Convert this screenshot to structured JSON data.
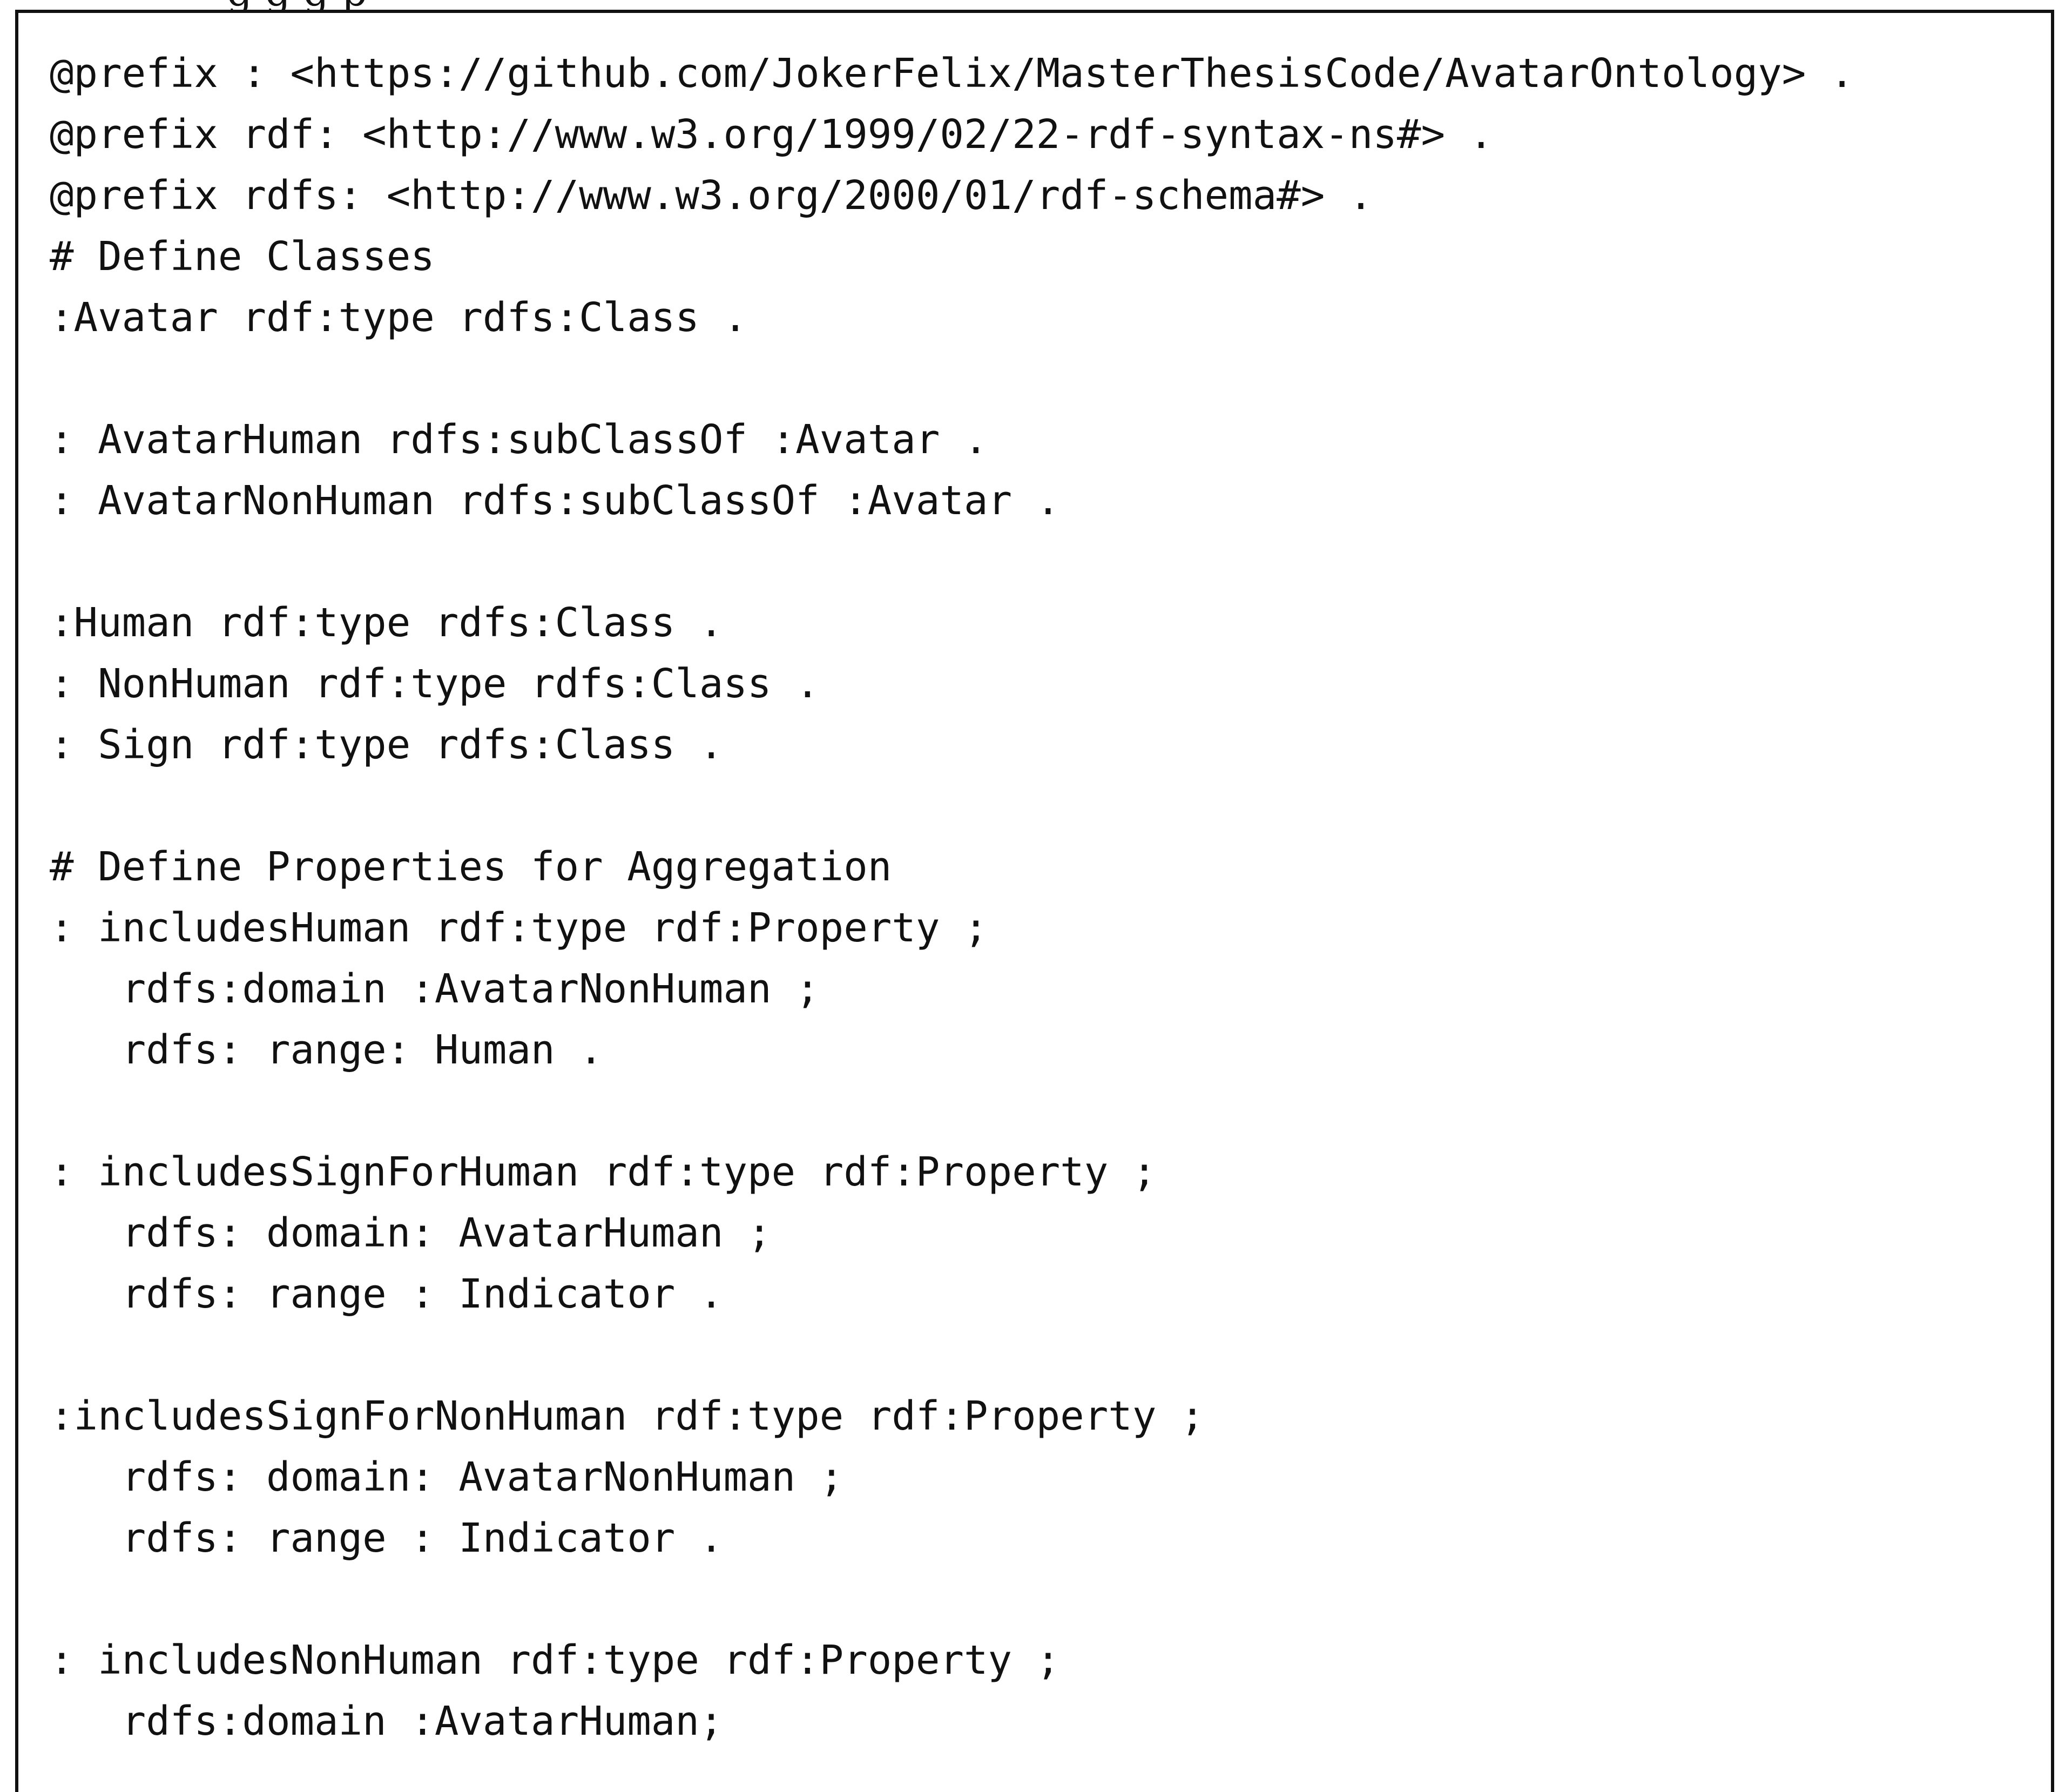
{
  "header": {
    "partial_text": "g                                                            g g  p"
  },
  "code": {
    "lines": [
      "@prefix : <https://github.com/JokerFelix/MasterThesisCode/AvatarOntology> .",
      "@prefix rdf: <http://www.w3.org/1999/02/22-rdf-syntax-ns#> .",
      "@prefix rdfs: <http://www.w3.org/2000/01/rdf-schema#> .",
      "# Define Classes",
      ":Avatar rdf:type rdfs:Class .",
      "",
      ": AvatarHuman rdfs:subClassOf :Avatar .",
      ": AvatarNonHuman rdfs:subClassOf :Avatar .",
      "",
      ":Human rdf:type rdfs:Class .",
      ": NonHuman rdf:type rdfs:Class .",
      ": Sign rdf:type rdfs:Class .",
      "",
      "# Define Properties for Aggregation",
      ": includesHuman rdf:type rdf:Property ;",
      "   rdfs:domain :AvatarNonHuman ;",
      "   rdfs: range: Human .",
      "",
      ": includesSignForHuman rdf:type rdf:Property ;",
      "   rdfs: domain: AvatarHuman ;",
      "   rdfs: range : Indicator .",
      "",
      ":includesSignForNonHuman rdf:type rdf:Property ;",
      "   rdfs: domain: AvatarNonHuman ;",
      "   rdfs: range : Indicator .",
      "",
      ": includesNonHuman rdf:type rdf:Property ;",
      "   rdfs:domain :AvatarHuman;"
    ]
  }
}
